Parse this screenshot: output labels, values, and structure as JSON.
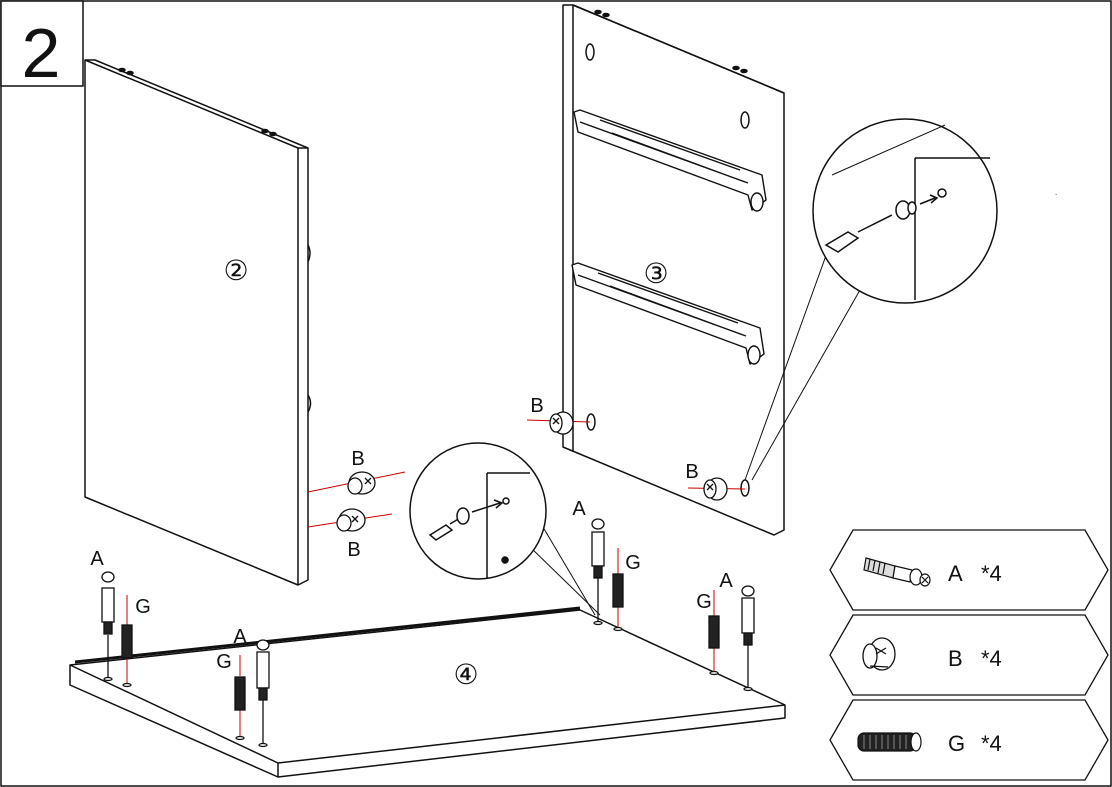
{
  "step_number": "2",
  "panels": {
    "left_panel": "②",
    "right_panel": "③",
    "bottom_panel": "④"
  },
  "part_labels": {
    "a": "A",
    "b": "B",
    "g": "G"
  },
  "legend": [
    {
      "label": "A",
      "qty": "*4",
      "icon": "cam-bolt-icon"
    },
    {
      "label": "B",
      "qty": "*4",
      "icon": "cam-lock-icon"
    },
    {
      "label": "G",
      "qty": "*4",
      "icon": "wooden-dowel-icon"
    }
  ],
  "colors": {
    "line": "#111111",
    "guide": "#cc0000",
    "background": "#ffffff"
  }
}
